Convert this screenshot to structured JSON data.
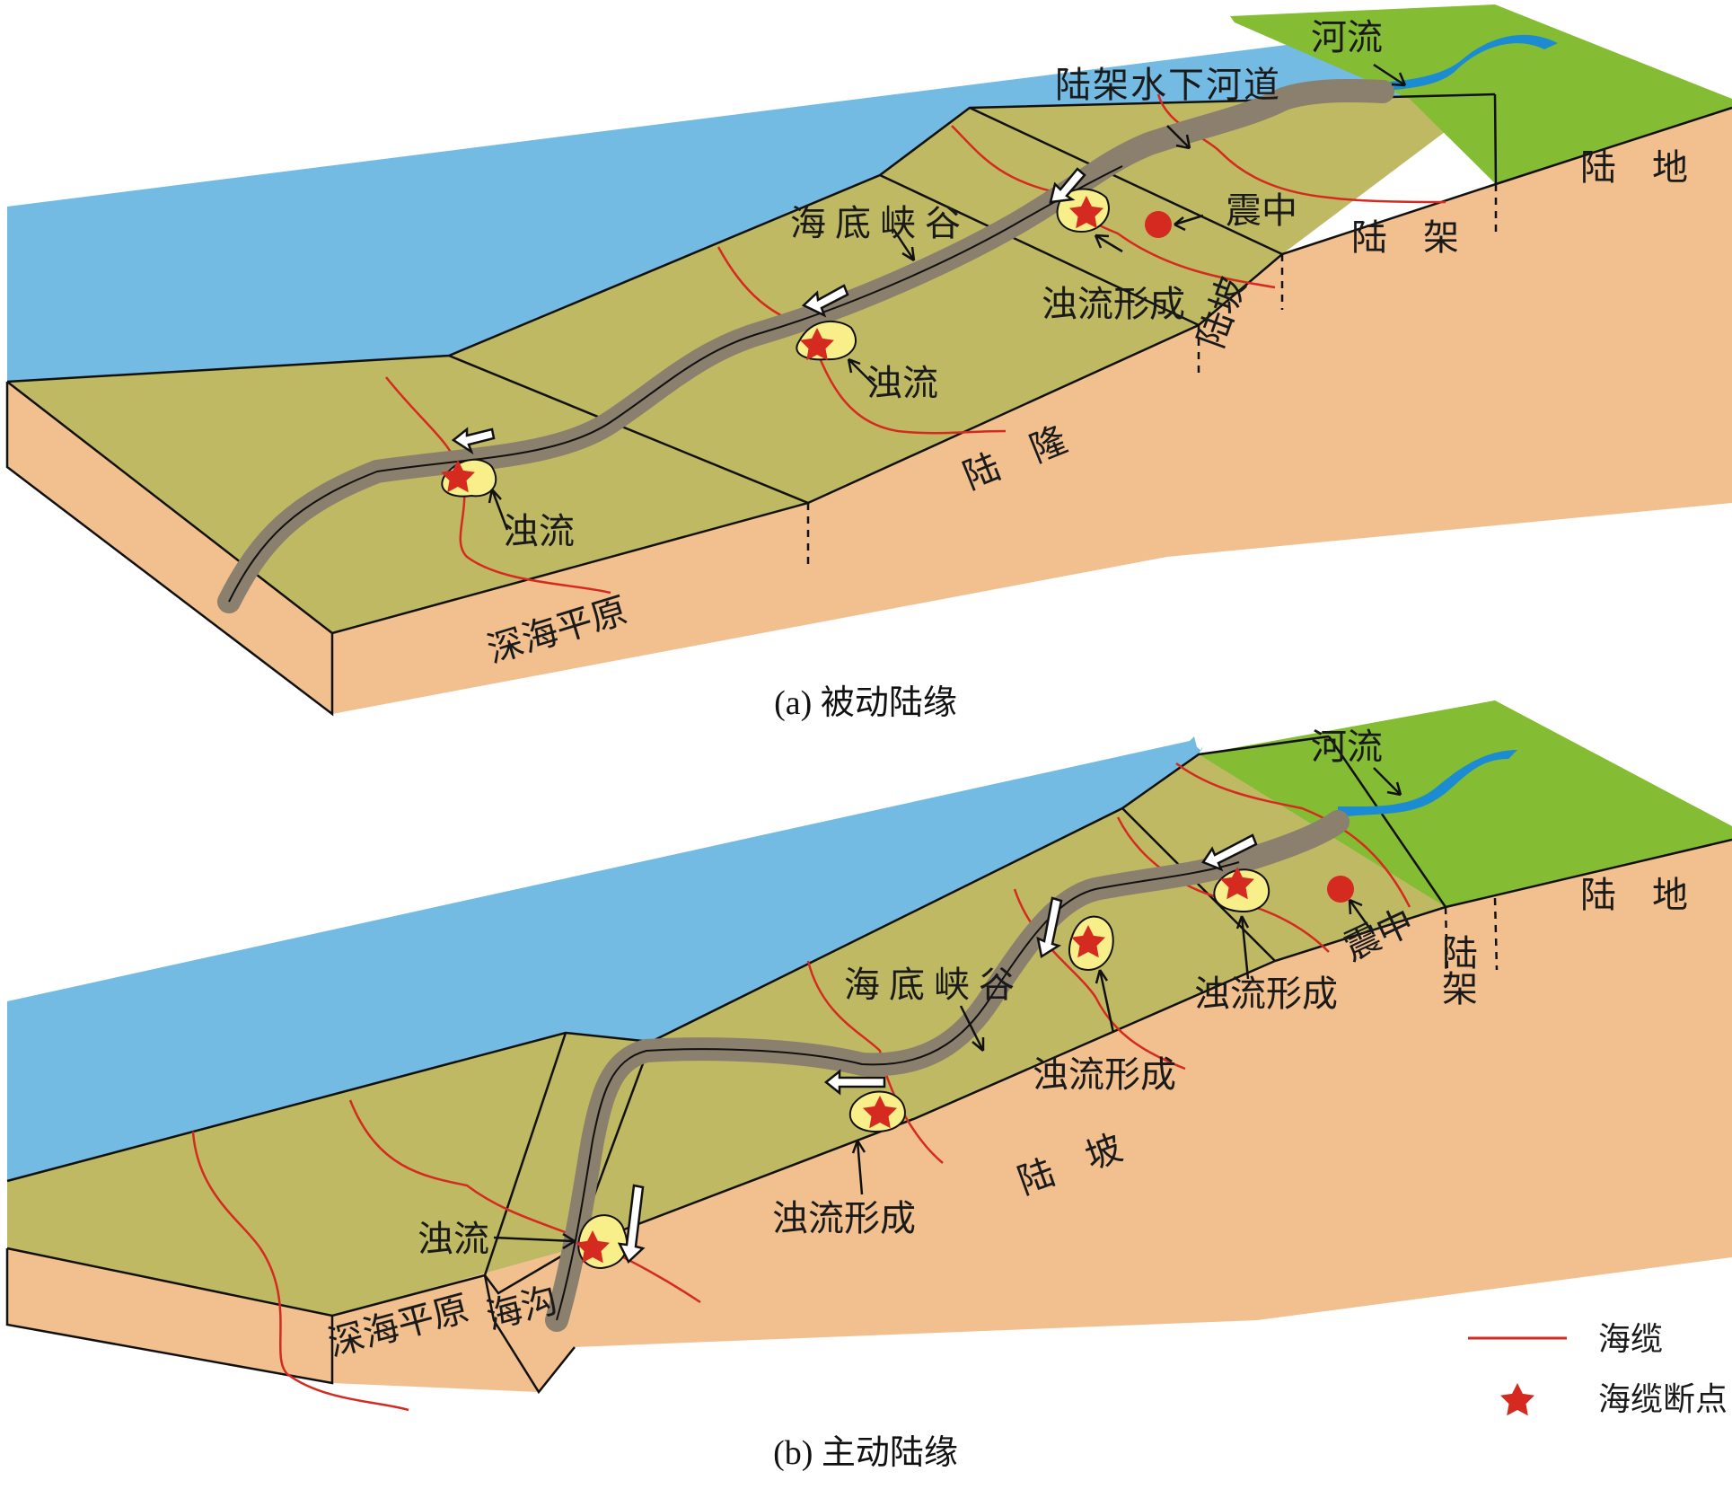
{
  "colors": {
    "sea": "#74BBE3",
    "seafloor": "#BFB964",
    "land": "#84BC34",
    "crust": "#F1C08E",
    "river": "#1B8BD2",
    "channel": "#8B7F6D",
    "cable": "#D42A1F",
    "turbidite": "#F8EE8A",
    "epicenter": "#D42A1F",
    "line": "#111111"
  },
  "icons": {
    "break_point": "red-star-icon",
    "epicenter": "red-dot-icon",
    "flow_direction": "hollow-arrow-icon"
  },
  "panel_a": {
    "caption": "(a) 被动陆缘",
    "labels": {
      "river": "河流",
      "shelf_channel": "陆架水下河道",
      "canyon": "海底峡谷",
      "epicenter": "震中",
      "turbidity_formation": "浊流形成",
      "turbidity_1": "浊流",
      "turbidity_2": "浊流",
      "land": "陆　地",
      "shelf": "陆　架",
      "slope": "陆坡",
      "rise": "陆　隆",
      "abyssal_plain": "深海平原"
    }
  },
  "panel_b": {
    "caption": "(b) 主动陆缘",
    "labels": {
      "river": "河流",
      "canyon": "海底峡谷",
      "epicenter": "震中",
      "turbidity_formation_1": "浊流形成",
      "turbidity_formation_2": "浊流形成",
      "turbidity_formation_3": "浊流形成",
      "turbidity": "浊流",
      "land": "陆　地",
      "shelf": "陆架",
      "slope": "陆　坡",
      "abyssal_plain": "深海平原",
      "trench": "海沟"
    }
  },
  "legend": {
    "cable": "海缆",
    "break_point": "海缆断点"
  }
}
